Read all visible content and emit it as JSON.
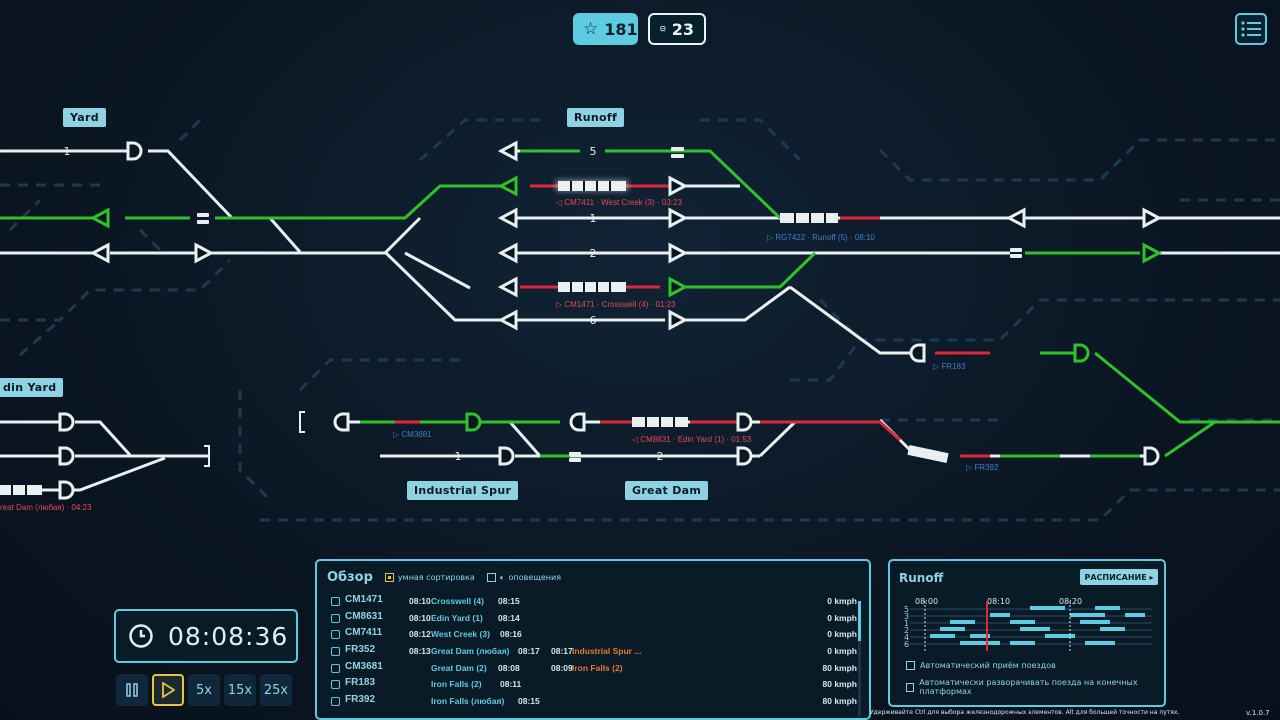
{
  "header": {
    "stars": "181",
    "trains": "23"
  },
  "yards": {
    "yard": "Yard",
    "runoff": "Runoff",
    "edin_yard": "din Yard",
    "industrial_spur": "Industrial Spur",
    "great_dam": "Great Dam"
  },
  "platforms": {
    "runoff_5": "5",
    "runoff_1": "1",
    "runoff_2": "2",
    "runoff_6": "6",
    "yard_1": "1",
    "spur_1": "1",
    "spur_2": "2"
  },
  "train_tags": {
    "cm7411": "◁ CM7411 · West Creek (3) · 03:23",
    "rg7422": "▷ RG7422 · Runoff (5) · 08:10",
    "cm1471": "▷ CM1471 · Crosswell (4) · 01:23",
    "fr183": "▷ FR183",
    "cm3681": "▷ CM3681",
    "cm8631": "◁ CM8631 · Edin Yard (1) · 01:53",
    "fr392": "▷ FR392",
    "greatdam": "reat Dam (любая) · 04:23"
  },
  "clock": {
    "time": "08:08:36"
  },
  "speed": {
    "pause": "pause",
    "play": "play",
    "x5": "5x",
    "x15": "15x",
    "x25": "25x"
  },
  "overview": {
    "title": "Обзор",
    "smart_sort": "умная сортировка",
    "notifications": "оповещения",
    "rows": [
      {
        "id": "CM1471",
        "t1": "08:10",
        "dest": "Crosswell (4)",
        "t2": "08:15",
        "t3": "",
        "dest2": "",
        "speed": "0 kmph"
      },
      {
        "id": "CM8631",
        "t1": "08:10",
        "dest": "Edin Yard (1)",
        "t2": "08:14",
        "t3": "",
        "dest2": "",
        "speed": "0 kmph"
      },
      {
        "id": "CM7411",
        "t1": "08:12",
        "dest": "West Creek (3)",
        "t2": "08:16",
        "t3": "",
        "dest2": "",
        "speed": "0 kmph"
      },
      {
        "id": "FR352",
        "t1": "08:13",
        "dest": "Great Dam (любая)",
        "t2": "08:17",
        "t3": "08:17",
        "dest2": "Industrial Spur ...",
        "speed": "0 kmph"
      },
      {
        "id": "CM3681",
        "t1": "",
        "dest": "Great Dam (2)",
        "t2": "08:08",
        "t3": "08:09",
        "dest2": "Iron Falls (2)",
        "speed": "80 kmph"
      },
      {
        "id": "FR183",
        "t1": "",
        "dest": "Iron Falls (2)",
        "t2": "08:11",
        "t3": "",
        "dest2": "",
        "speed": "80 kmph"
      },
      {
        "id": "FR392",
        "t1": "",
        "dest": "Iron Falls (любая)",
        "t2": "08:15",
        "t3": "",
        "dest2": "",
        "speed": "80 kmph"
      }
    ]
  },
  "runoff_panel": {
    "title": "Runoff",
    "schedule_button": "РАСПИСАНИЕ ▸",
    "times": [
      "08:00",
      "08:10",
      "08:20"
    ],
    "platform_labels": [
      "5",
      "3",
      "1",
      "2",
      "4",
      "6"
    ],
    "auto_accept": "Автоматический приём поездов",
    "auto_reverse": "Автоматически разворачивать поезда на конечных платформах"
  },
  "hint": "Удерживайте Ctrl для выбора железнодорожных элементов. Alt для большей точности на путях.",
  "version": "v.1.0.7",
  "colors": {
    "accent": "#5fcbe0",
    "green": "#2fc22a",
    "red": "#e1263c",
    "white": "#e8f0f2"
  }
}
